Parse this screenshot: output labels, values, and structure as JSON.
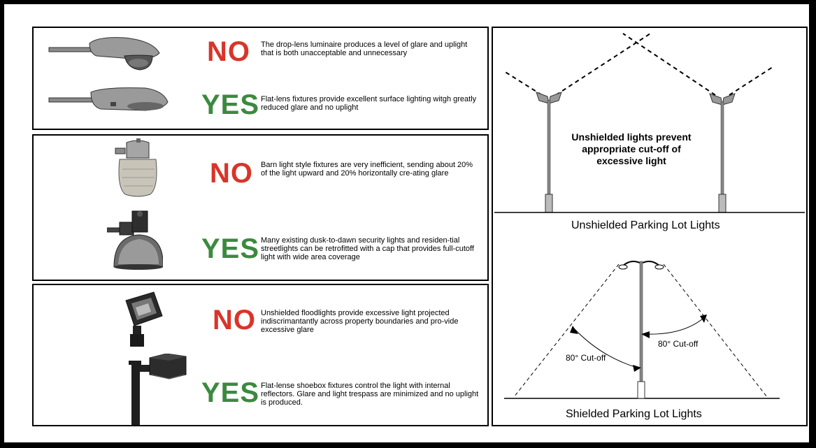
{
  "left_column": {
    "panels": [
      {
        "rows": [
          {
            "verdict": "NO",
            "description": "The drop-lens luminaire produces a level of glare and uplight that is both unacceptable and unnecessary"
          },
          {
            "verdict": "YES",
            "description": "Flat-lens fixtures provide excellent surface lighting witgh greatly reduced glare and no uplight"
          }
        ]
      },
      {
        "rows": [
          {
            "verdict": "NO",
            "description": "Barn light style fixtures are very inefficient, sending about 20% of the light upward and 20% horizontally cre-ating glare"
          },
          {
            "verdict": "YES",
            "description": "Many existing dusk-to-dawn security lights and residen-tial streetlights can be retrofitted with a cap that provides full-cutoff light with wide area coverage"
          }
        ]
      },
      {
        "rows": [
          {
            "verdict": "NO",
            "description": "Unshielded floodlights provide excessive light projected indiscrimantantly across property boundaries and pro-vide excessive glare"
          },
          {
            "verdict": "YES",
            "description": "Flat-lense shoebox fixtures control the light with internal reflectors.  Glare and light trespass are minimized and no uplight is produced."
          }
        ]
      }
    ]
  },
  "right_column": {
    "unshielded": {
      "note": "Unshielded lights prevent appropriate cut-off of excessive light",
      "caption": "Unshielded Parking Lot Lights"
    },
    "shielded": {
      "left_angle_label": "80° Cut-off",
      "right_angle_label": "80° Cut-off",
      "caption": "Shielded Parking Lot Lights"
    }
  },
  "colors": {
    "no": "#d8352a",
    "yes": "#3b8a3f"
  }
}
